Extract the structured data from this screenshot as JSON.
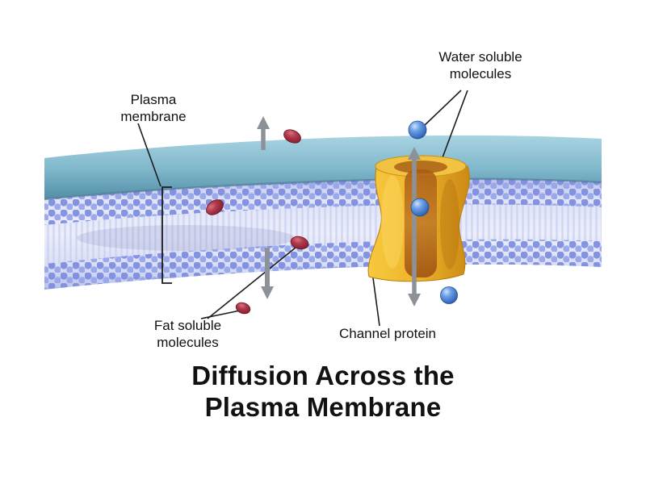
{
  "title": {
    "text": "Diffusion Across the\nPlasma Membrane"
  },
  "labels": {
    "plasma_membrane": "Plasma\nmembrane",
    "water_soluble": "Water soluble\nmolecules",
    "fat_soluble": "Fat soluble\nmolecules",
    "channel_protein": "Channel protein"
  },
  "molecule_counts": {
    "fat_soluble": 4,
    "water_soluble": 3
  },
  "colors": {
    "background": "#ffffff",
    "membrane_surface_light": "#a9d4e2",
    "membrane_surface_dark": "#538ea6",
    "bilayer_base": "#e3e7f7",
    "lipid_head": "#7e8ee0",
    "lipid_head_alt": "#98a5ea",
    "channel_light": "#f6c93e",
    "channel_dark": "#cc8a14",
    "channel_inner": "#b06a1a",
    "water_light": "#cfe3fa",
    "water_dark": "#2a5cb0",
    "fat_light": "#d87080",
    "fat_dark": "#801c2c",
    "arrow": "#8d9298",
    "leader_line": "#1c1c1c",
    "title_text": "#111111"
  }
}
